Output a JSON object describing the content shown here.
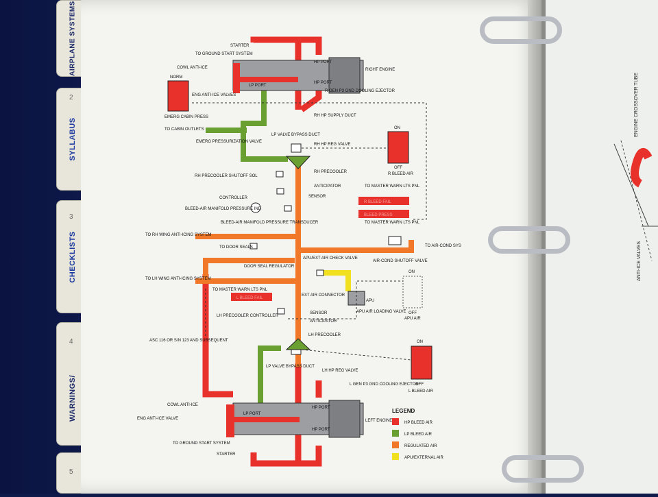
{
  "tabs": [
    {
      "label": "AIRPLANE SYSTEMS",
      "color": "#1c2a6a",
      "number": ""
    },
    {
      "label": "SYLLABUS",
      "color": "#1c3aa0",
      "number": "2"
    },
    {
      "label": "CHECKLISTS",
      "color": "#1c3aa0",
      "number": "3"
    },
    {
      "label": "WARNINGS/",
      "color": "#1c2a6a",
      "number": "4"
    },
    {
      "label": "",
      "color": "#1c2a6a",
      "number": "5"
    }
  ],
  "engines": {
    "right": {
      "name": "RIGHT ENGINE",
      "hp_port": "HP PORT",
      "lp_port": "LP PORT",
      "hp_port2": "HP PORT"
    },
    "left": {
      "name": "LEFT ENGINE",
      "hp_port": "HP PORT",
      "lp_port": "LP PORT",
      "hp_port2": "HP PORT"
    }
  },
  "labels": {
    "starter_top": "STARTER",
    "to_ground_start_top": "TO GROUND START SYSTEM",
    "cowl_anti_ice_top": "COWL ANTI-ICE",
    "eng_anti_ice_valves": "ENG ANTI-ICE VALVES",
    "norm": "NORM",
    "emerg": "EMERG CABIN PRESS",
    "to_cabin_outlets": "TO CABIN OUTLETS",
    "emerg_press_valve": "EMERG PRESSURIZATION VALVE",
    "r_gen_p": "R GEN P3 GND COOLING EJECTOR",
    "rh_hp_supply": "RH HP SUPPLY DUCT",
    "lp_valve_bypass_top": "LP VALVE BYPASS DUCT",
    "rh_hp_reg_valve": "RH HP REG VALVE",
    "rh_precooler": "RH PRECOOLER",
    "rh_precooler_shutoff": "RH PRECOOLER SHUTOFF SOL",
    "anticipator_top": "ANTICIPATOR",
    "sensor_top": "SENSOR",
    "controller_top": "CONTROLLER",
    "bleed_manifold_ind": "BLEED-AIR MANIFOLD PRESSURE IND",
    "bleed_manifold_xducer": "BLEED-AIR MANIFOLD PRESSURE TRANSDUCER",
    "to_master_warn_1": "TO MASTER WARN LTS PNL",
    "r_bleed_fail": "R BLEED FAIL",
    "bleed_press": "BLEED PRESS",
    "to_master_warn_2": "TO MASTER WARN LTS PNL",
    "on_top": "ON",
    "off_r": "OFF",
    "r_bleed_air": "R BLEED AIR",
    "to_rh_wing": "TO RH WING ANTI-ICING SYSTEM",
    "to_door_seals": "TO DOOR SEALS",
    "door_seal_reg": "DOOR SEAL REGULATOR",
    "apu_ext_check": "APU/EXT AIR CHECK VALVE",
    "to_air_cond": "TO AIR-COND SYS",
    "air_cond_shutoff": "AIR-COND SHUTOFF VALVE",
    "to_lh_wing": "TO LH WING ANTI-ICING SYSTEM",
    "to_master_warn_3": "TO MASTER WARN LTS PNL",
    "l_bleed_fail": "L BLEED FAIL",
    "ext_air_conn": "EXT AIR CONNECTOR",
    "apu": "APU",
    "on_apu": "ON",
    "off_apu": "OFF",
    "apu_air": "APU AIR",
    "apu_air_loading": "APU AIR LOADING VALVE",
    "lh_precooler_ctrl": "LH PRECOOLER CONTROLLER",
    "sensor_bot": "SENSOR",
    "anticipator_bot": "ANTICIPATOR",
    "lh_precooler": "LH PRECOOLER",
    "asc_note": "ASC 116 OR S/N 123 AND SUBSEQUENT",
    "lp_valve_bypass_bot": "LP VALVE BYPASS DUCT",
    "lh_hp_reg_valve": "LH HP REG VALVE",
    "l_gen_p": "L GEN P3 GND COOLING EJECTOR",
    "on_l": "ON",
    "off_l": "OFF",
    "l_bleed_air": "L BLEED AIR",
    "cowl_anti_ice_bot": "COWL ANTI-ICE",
    "eng_anti_ice_valve": "ENG ANTI-ICE VALVE",
    "to_ground_start_bot": "TO GROUND START SYSTEM",
    "starter_bot": "STARTER"
  },
  "legend": {
    "title": "LEGEND",
    "items": [
      {
        "label": "HP BLEED AIR",
        "color": "#e8312a"
      },
      {
        "label": "LP BLEED AIR",
        "color": "#6aa032"
      },
      {
        "label": "REGULATED AIR",
        "color": "#f07828"
      },
      {
        "label": "APU/EXTERNAL AIR",
        "color": "#f0e020"
      }
    ]
  },
  "facing_page": {
    "engine_crossover": "ENGINE CROSSOVER TUBE",
    "anti_ice_valves": "ANTI-ICE VALVES"
  },
  "colors": {
    "hp": "#e8312a",
    "lp": "#6aa032",
    "reg": "#f07828",
    "apu": "#f0e020",
    "annun": "#e8312a"
  }
}
